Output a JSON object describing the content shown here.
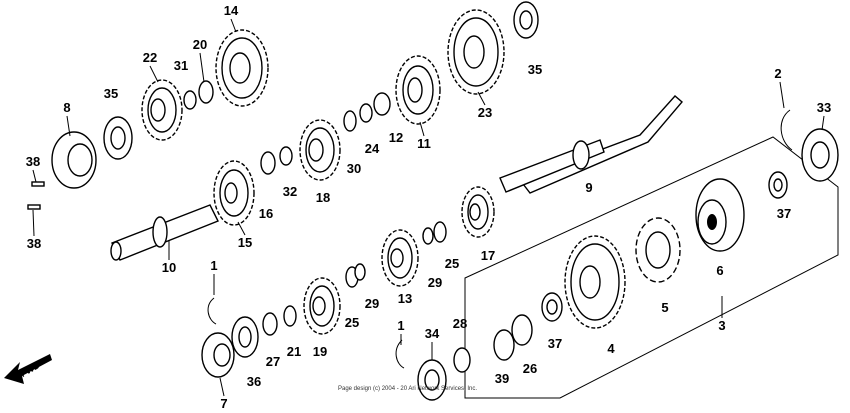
{
  "labels": {
    "l1a": "1",
    "l1b": "1",
    "l2": "2",
    "l3": "3",
    "l4": "4",
    "l5": "5",
    "l6": "6",
    "l7": "7",
    "l8": "8",
    "l9": "9",
    "l10": "10",
    "l11": "11",
    "l12": "12",
    "l13": "13",
    "l14": "14",
    "l15": "15",
    "l16": "16",
    "l17": "17",
    "l18": "18",
    "l19": "19",
    "l20": "20",
    "l21": "21",
    "l22": "22",
    "l23": "23",
    "l24": "24",
    "l25a": "25",
    "l25b": "25",
    "l26": "26",
    "l27": "27",
    "l28": "28",
    "l29a": "29",
    "l29b": "29",
    "l30": "30",
    "l31": "31",
    "l32": "32",
    "l33": "33",
    "l34": "34",
    "l35a": "35",
    "l35b": "35",
    "l36": "36",
    "l37a": "37",
    "l37b": "37",
    "l38a": "38",
    "l38b": "38",
    "l39": "39"
  },
  "fwd_text": "FWD",
  "footer_text": "Page design (c) 2004 - 20   Ari Network Services, Inc."
}
